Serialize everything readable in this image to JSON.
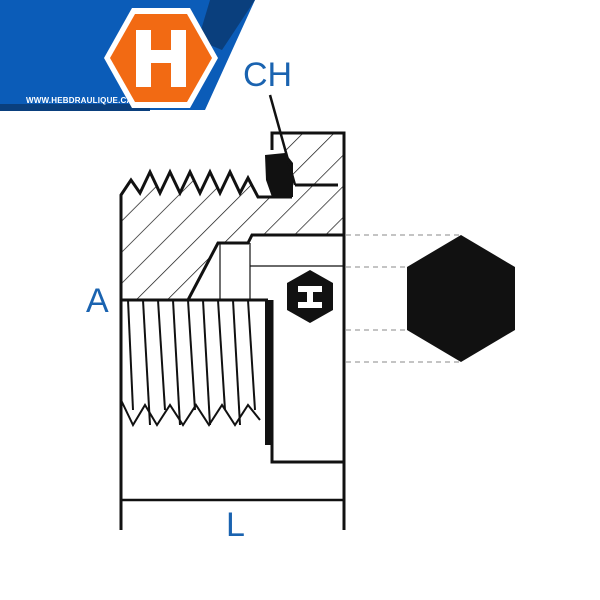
{
  "brand": {
    "url": "WWW.HEBDRAULIQUE.CA",
    "logo_letter": "H",
    "blue": "#0b5cb8",
    "navy": "#0a3f7d",
    "orange": "#f26a13"
  },
  "labels": {
    "ch": "CH",
    "a": "A",
    "l": "L"
  },
  "colors": {
    "dimension_text": "#1a63b0",
    "line": "#111111"
  }
}
